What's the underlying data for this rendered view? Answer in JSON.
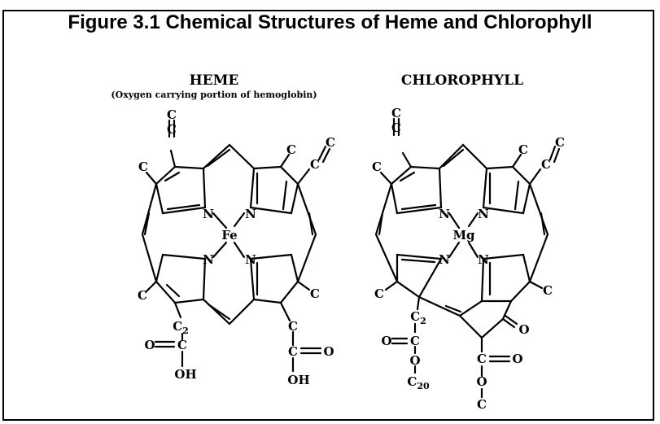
{
  "figure": {
    "title": "Figure 3.1 Chemical Structures of Heme and Chlorophyll"
  },
  "heme": {
    "heading": "HEME",
    "subheading": "(Oxygen carrying portion of hemoglobin)",
    "metal": "Fe",
    "nitrogen": "N",
    "carbon": "C",
    "oxygen": "O",
    "hydroxyl": "OH",
    "c2_label": "C",
    "c2_sub": "2"
  },
  "chlorophyll": {
    "heading": "CHLOROPHYLL",
    "metal": "Mg",
    "nitrogen": "N",
    "carbon": "C",
    "oxygen": "O",
    "c2_label": "C",
    "c2_sub": "2",
    "c20_label": "C",
    "c20_sub": "20"
  }
}
